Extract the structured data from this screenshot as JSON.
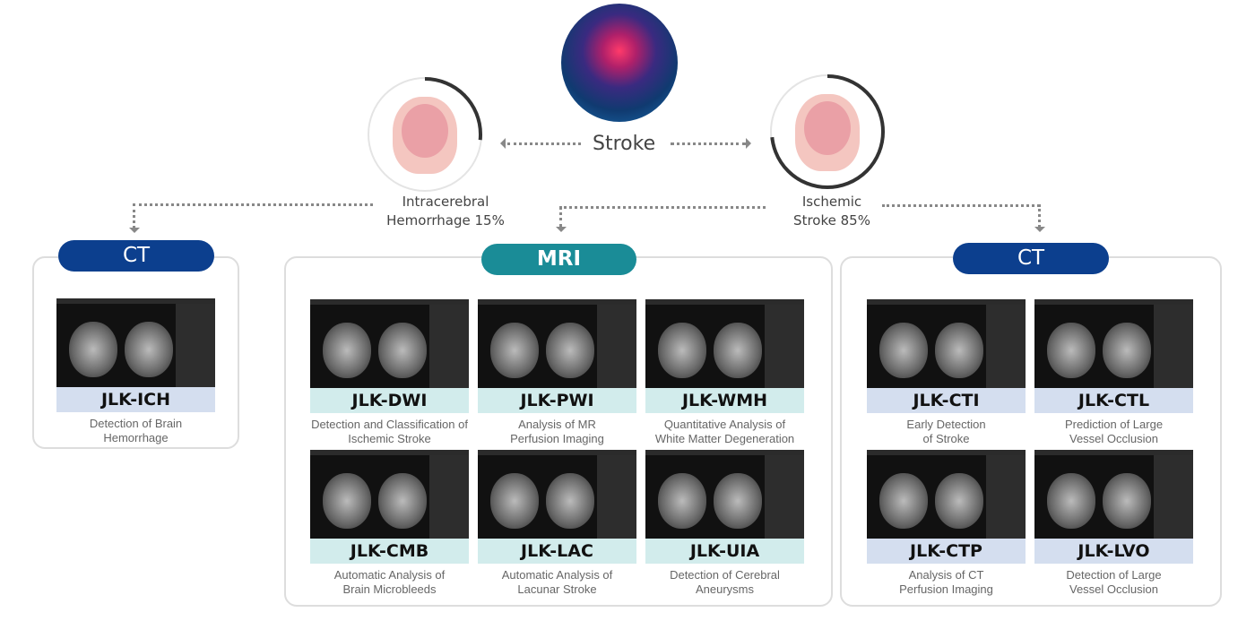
{
  "center": {
    "title": "Stroke"
  },
  "types": [
    {
      "name": "Intracerebral",
      "share": "Hemorrhage 15%",
      "percent": 15
    },
    {
      "name": "Ischemic",
      "share": "Stroke 85%",
      "percent": 85
    }
  ],
  "groups": [
    {
      "label": "CT",
      "color": "#0c3f8e",
      "band": "#d4deef",
      "cards": [
        {
          "name": "JLK-ICH",
          "desc1": "Detection of Brain",
          "desc2": "Hemorrhage"
        }
      ]
    },
    {
      "label": "MRI",
      "color": "#1a8c97",
      "band": "#d2ecec",
      "cards": [
        {
          "name": "JLK-DWI",
          "desc1": "Detection and Classification of",
          "desc2": "Ischemic Stroke"
        },
        {
          "name": "JLK-PWI",
          "desc1": "Analysis of MR",
          "desc2": "Perfusion Imaging"
        },
        {
          "name": "JLK-WMH",
          "desc1": "Quantitative Analysis of",
          "desc2": "White Matter Degeneration"
        },
        {
          "name": "JLK-CMB",
          "desc1": "Automatic Analysis of",
          "desc2": "Brain Microbleeds"
        },
        {
          "name": "JLK-LAC",
          "desc1": "Automatic Analysis of",
          "desc2": "Lacunar Stroke"
        },
        {
          "name": "JLK-UIA",
          "desc1": "Detection of Cerebral",
          "desc2": "Aneurysms"
        }
      ]
    },
    {
      "label": "CT",
      "color": "#0c3f8e",
      "band": "#d4deef",
      "cards": [
        {
          "name": "JLK-CTI",
          "desc1": "Early Detection",
          "desc2": "of Stroke"
        },
        {
          "name": "JLK-CTL",
          "desc1": "Prediction of Large",
          "desc2": "Vessel Occlusion"
        },
        {
          "name": "JLK-CTP",
          "desc1": "Analysis of CT",
          "desc2": "Perfusion Imaging"
        },
        {
          "name": "JLK-LVO",
          "desc1": "Detection of Large",
          "desc2": "Vessel Occlusion"
        }
      ]
    }
  ]
}
